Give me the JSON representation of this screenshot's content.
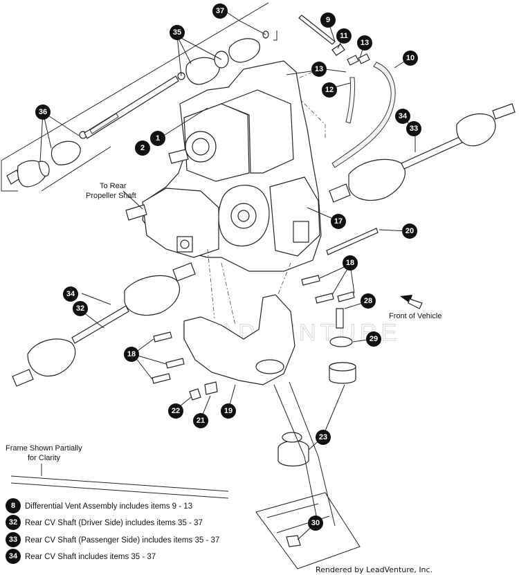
{
  "labels": {
    "to_rear_line1": "To Rear",
    "to_rear_line2": "Propeller Shaft",
    "front_of_vehicle": "Front of Vehicle",
    "frame_line1": "Frame Shown Partially",
    "frame_line2": "for Clarity",
    "watermark": "LEADVENTURE",
    "credit": "Rendered by LeadVenture, Inc."
  },
  "callouts": {
    "c1": "1",
    "c2": "2",
    "c9": "9",
    "c10": "10",
    "c11": "11",
    "c12": "12",
    "c13a": "13",
    "c13b": "13",
    "c17": "17",
    "c18a": "18",
    "c18b": "18",
    "c19": "19",
    "c20": "20",
    "c21": "21",
    "c22": "22",
    "c23": "23",
    "c28": "28",
    "c29": "29",
    "c30": "30",
    "c32": "32",
    "c33": "33",
    "c34a": "34",
    "c34b": "34",
    "c35": "35",
    "c36": "36",
    "c37": "37"
  },
  "legend": [
    {
      "num": "8",
      "text": "Differential Vent Assembly includes items 9 - 13"
    },
    {
      "num": "32",
      "text": "Rear CV Shaft (Driver Side) includes items 35 - 37"
    },
    {
      "num": "33",
      "text": "Rear CV Shaft (Passenger Side) includes items 35 - 37"
    },
    {
      "num": "34",
      "text": "Rear CV Shaft includes items 35 - 37"
    }
  ]
}
